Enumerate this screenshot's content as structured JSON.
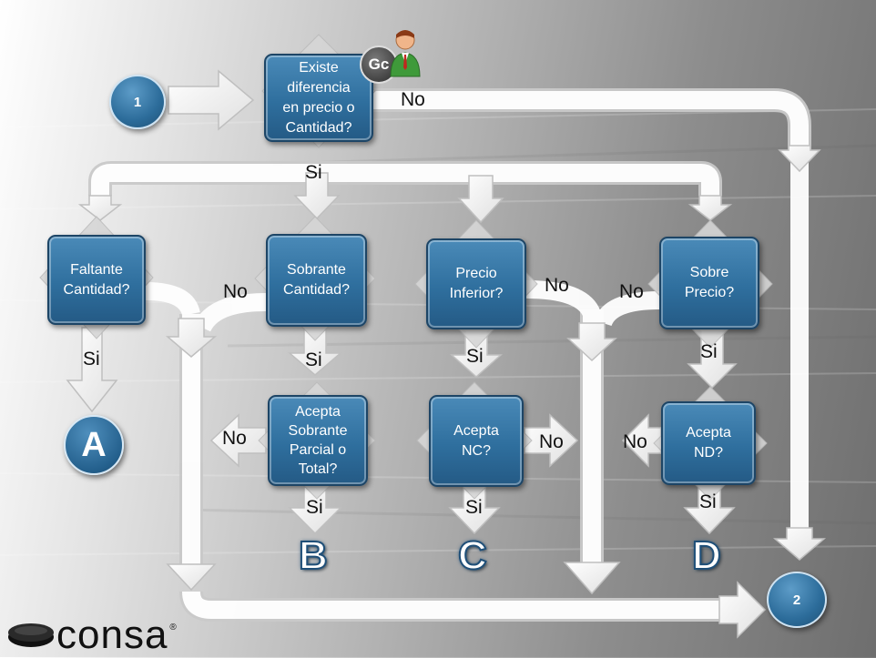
{
  "nodes": {
    "start": "1",
    "end": "2",
    "q_existe": "Existe\ndiferencia\nen precio o\nCantidad?",
    "q_faltante": "Faltante\nCantidad?",
    "q_sobrante": "Sobrante\nCantidad?",
    "q_precio_inferior": "Precio\nInferior?",
    "q_sobre_precio": "Sobre\nPrecio?",
    "q_acepta_sobrante": "Acepta\nSobrante\nParcial o\nTotal?",
    "q_acepta_nc": "Acepta\nNC?",
    "q_acepta_nd": "Acepta\nND?"
  },
  "outcomes": {
    "a": "A",
    "b": "B",
    "c": "C",
    "d": "D"
  },
  "badge": "Gc",
  "labels": {
    "no": "No",
    "si": "Si"
  },
  "logo": {
    "text": "consa",
    "display": "consa",
    "brand": "consa"
  },
  "colors": {
    "node": "#2f6f9e",
    "node_border": "#1d4566",
    "arrow_fill": "#f4f4f4"
  }
}
